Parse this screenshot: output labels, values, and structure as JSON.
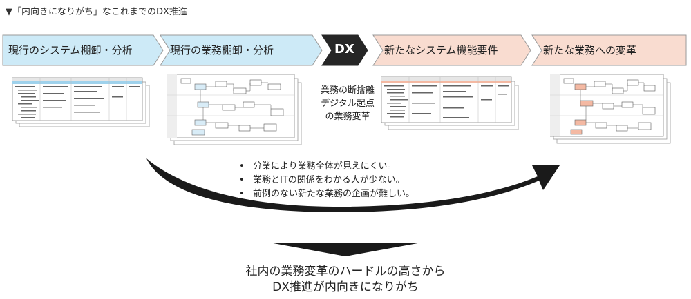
{
  "heading": "▼「内向きになりがち」なこれまでのDX推進",
  "steps": [
    {
      "label": "現行のシステム棚卸・分析",
      "color": "#cdeaf7"
    },
    {
      "label": "現行の業務棚卸・分析",
      "color": "#cdeaf7"
    },
    {
      "label": "DX",
      "color": "#262626"
    },
    {
      "label": "新たなシステム機能要件",
      "color": "#f9dcd0"
    },
    {
      "label": "新たな業務への変革",
      "color": "#f9dcd0"
    }
  ],
  "dx_note": [
    "業務の断捨離",
    "デジタル起点",
    "の業務変革"
  ],
  "issues": [
    "分業により業務全体が見えにくい。",
    "業務とITの関係をわかる人が少ない。",
    "前例のない新たな業務の企画が難しい。"
  ],
  "conclusion": [
    "社内の業務変革のハードルの高さから",
    "DX推進が内向きになりがち"
  ]
}
